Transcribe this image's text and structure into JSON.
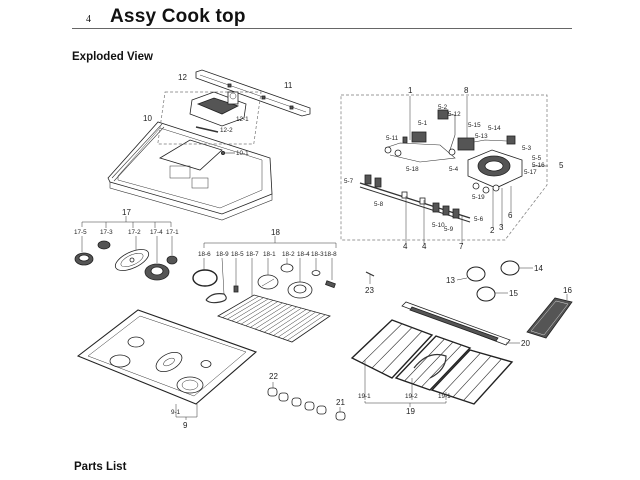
{
  "page": {
    "number": "4",
    "title": "Assy Cook top",
    "sections": {
      "exploded_view": "Exploded View",
      "parts_list": "Parts List"
    }
  },
  "callouts": {
    "c1": "1",
    "c2": "2",
    "c3": "3",
    "c4a": "4",
    "c4b": "4",
    "c5": "5",
    "c6": "6",
    "c7": "7",
    "c8": "8",
    "c9": "9",
    "c9_1": "9-1",
    "c10": "10",
    "c10_1": "10-1",
    "c11": "11",
    "c12": "12",
    "c12_1": "12-1",
    "c12_2": "12-2",
    "c13": "13",
    "c14": "14",
    "c15": "15",
    "c16": "16",
    "c17": "17",
    "c17_1": "17-1",
    "c17_2": "17-2",
    "c17_3": "17-3",
    "c17_4": "17-4",
    "c17_5": "17-5",
    "c18": "18",
    "c18_1": "18-1",
    "c18_2": "18-2",
    "c18_3": "18-3",
    "c18_4": "18-4",
    "c18_5": "18-5",
    "c18_6": "18-6",
    "c18_7": "18-7",
    "c18_8": "18-8",
    "c18_9": "18-9",
    "c19": "19",
    "c19_1a": "19-1",
    "c19_2": "19-2",
    "c19_1b": "19-1",
    "c20": "20",
    "c21": "21",
    "c22": "22",
    "c23": "23",
    "c5_1": "5-1",
    "c5_2": "5-2",
    "c5_3": "5-3",
    "c5_4": "5-4",
    "c5_5": "5-5",
    "c5_6": "5-6",
    "c5_7": "5-7",
    "c5_8": "5-8",
    "c5_9": "5-9",
    "c5_10": "5-10",
    "c5_11": "5-11",
    "c5_12": "5-12",
    "c5_13": "5-13",
    "c5_14": "5-14",
    "c5_15": "5-15",
    "c5_16": "5-16",
    "c5_17": "5-17",
    "c5_18": "5-18",
    "c5_19": "5-19"
  }
}
